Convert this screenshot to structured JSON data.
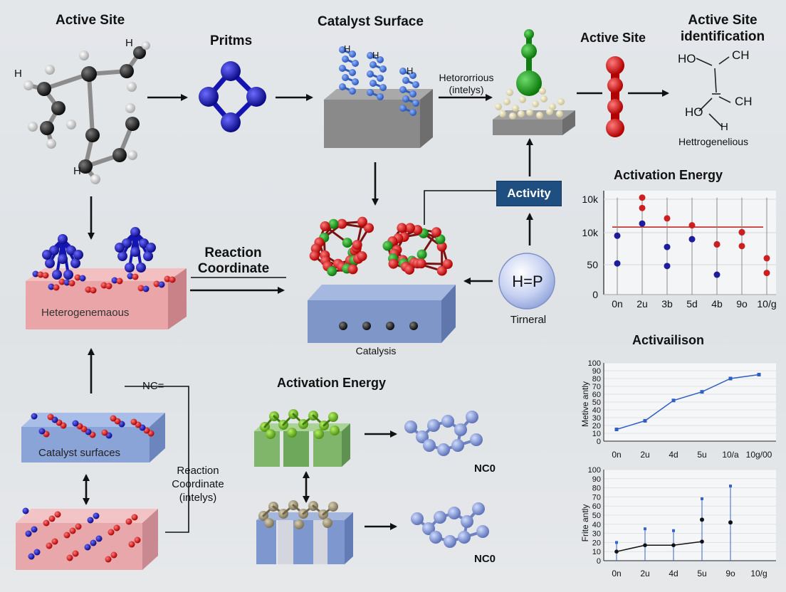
{
  "labels": {
    "active_site_top_left": "Active Site",
    "h_label_left": "H",
    "h_label_top": "H",
    "h_label_bottom": "H",
    "pritms": "Pritms",
    "catalyst_surface": "Catalyst Surface",
    "h_surface_1": "H",
    "h_surface_2": "H",
    "h_surface_3": "H",
    "heterorious": "Hetororrious",
    "intelys_top": "(intelys)",
    "active_site_mid": "Active Site",
    "active_site_identification_1": "Active Site",
    "active_site_identification_2": "identification",
    "ho_top": "HO",
    "ch_top": "CH",
    "ho_bottom": "HO",
    "ch_bottom": "CH",
    "h_struct": "H",
    "hettrogenelious": "Hettrogenelious",
    "activity": "Activity",
    "heterogenemaous": "Heterogenemaous",
    "reaction_coordinate_1": "Reaction",
    "reaction_coordinate_2": "Coordinate",
    "hp_circle": "H=P",
    "timeral": "Tirneral",
    "catalysis": "Catalysis",
    "activation_energy_bottom": "Activation Energy",
    "nc_bracket": "NC=",
    "catalyst_surfaces": "Catalyst surfaces",
    "reaction_coordinate_low_1": "Reaction",
    "reaction_coordinate_low_2": "Coordinate",
    "reaction_coordinate_low_3": "(intelys)",
    "nc0_top": "NC0",
    "nc0_bottom": "NC0"
  },
  "chart_data": [
    {
      "type": "scatter",
      "title": "Activation Energy",
      "y_tick_labels": [
        "10k",
        "10k",
        "50",
        "0"
      ],
      "x_tick_labels": [
        "0n",
        "2u",
        "3b",
        "5d",
        "4b",
        "9o",
        "10/g"
      ],
      "reference_line": true,
      "series": [
        {
          "color": "#1d1d9b",
          "points": [
            [
              0,
              68
            ],
            [
              1,
              82
            ],
            [
              2,
              55
            ],
            [
              3,
              64
            ],
            [
              4,
              58
            ],
            [
              5,
              72
            ],
            [
              0,
              36
            ],
            [
              2,
              33
            ],
            [
              4,
              23
            ]
          ]
        },
        {
          "color": "#cc1f1f",
          "points": [
            [
              1,
              112
            ],
            [
              1,
              100
            ],
            [
              2,
              88
            ],
            [
              3,
              80
            ],
            [
              4,
              58
            ],
            [
              5,
              72
            ],
            [
              5,
              56
            ],
            [
              6,
              42
            ],
            [
              6,
              25
            ]
          ]
        }
      ]
    },
    {
      "type": "line",
      "title": "Activailison",
      "ylabel": "Metive antly",
      "y_tick_labels": [
        "100",
        "90",
        "80",
        "70",
        "60",
        "50",
        "40",
        "30",
        "20",
        "10",
        "0"
      ],
      "x_tick_labels": [
        "0n",
        "2u",
        "4d",
        "5u",
        "10/a",
        "10g/00"
      ],
      "ylim": [
        0,
        100
      ],
      "series": [
        {
          "color": "#2f5fc4",
          "x": [
            0,
            1,
            2,
            3,
            4,
            5
          ],
          "values": [
            15,
            26,
            52,
            63,
            80,
            85
          ]
        }
      ]
    },
    {
      "type": "line",
      "ylabel": "Frite antly",
      "y_tick_labels": [
        "100",
        "90",
        "80",
        "70",
        "60",
        "50",
        "40",
        "30",
        "20",
        "10",
        "0"
      ],
      "x_tick_labels": [
        "0n",
        "2u",
        "4d",
        "5u",
        "9o",
        "10/g"
      ],
      "ylim": [
        0,
        100
      ],
      "series": [
        {
          "color": "#111111",
          "x": [
            0,
            1,
            2,
            3
          ],
          "values": [
            10,
            17,
            17,
            21
          ]
        }
      ]
    }
  ]
}
